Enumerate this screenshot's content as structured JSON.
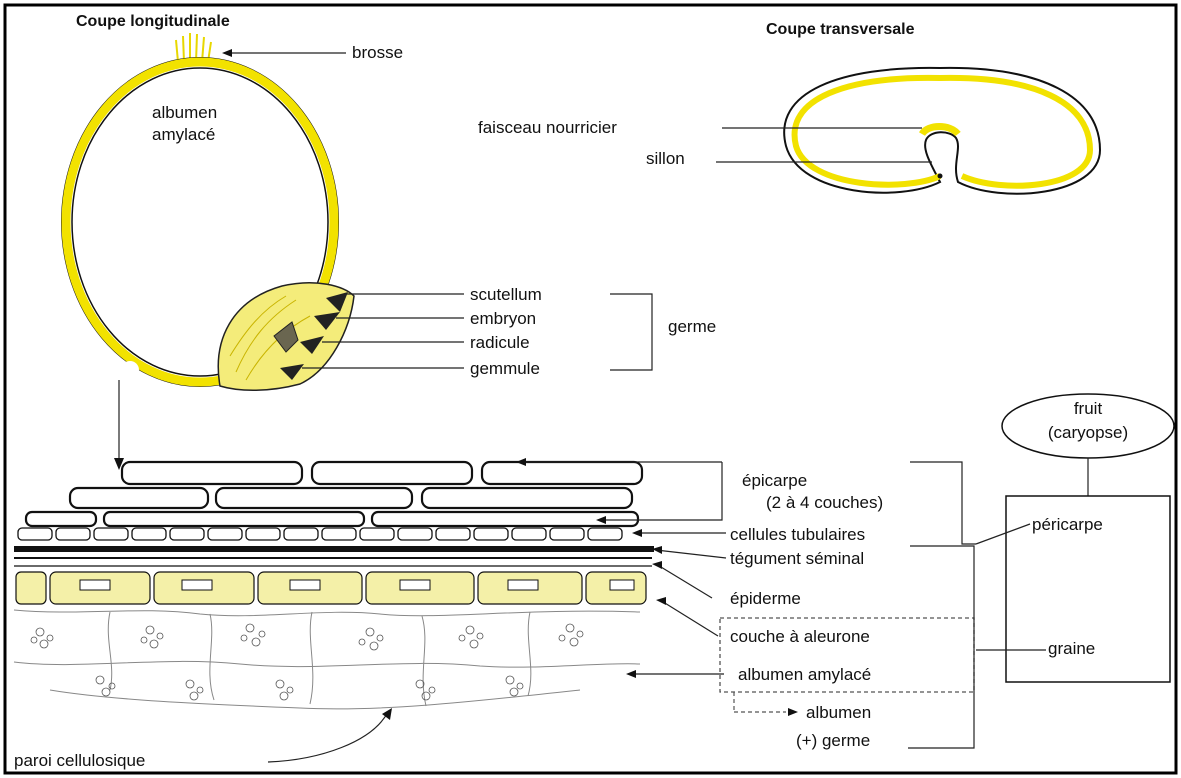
{
  "titles": {
    "longitudinal": "Coupe longitudinale",
    "transverse": "Coupe transversale"
  },
  "longitudinal_labels": {
    "brosse": "brosse",
    "albumen_line1": "albumen",
    "albumen_line2": "amylacé",
    "scutellum": "scutellum",
    "embryon": "embryon",
    "radicule": "radicule",
    "gemmule": "gemmule",
    "germe": "germe"
  },
  "transverse_labels": {
    "faisceau": "faisceau nourricier",
    "sillon": "sillon"
  },
  "tissue_labels": {
    "epicarpe_line1": "épicarpe",
    "epicarpe_line2": "(2 à 4 couches)",
    "cellules_tubulaires": "cellules tubulaires",
    "tegument": "tégument séminal",
    "epiderme": "épiderme",
    "aleurone": "couche à aleurone",
    "albumen_amylace": "albumen amylacé",
    "albumen": "albumen",
    "germe_plus": "(+) germe",
    "paroi": "paroi cellulosique"
  },
  "hierarchy": {
    "fruit_line1": "fruit",
    "fruit_line2": "(caryopse)",
    "pericarpe": "péricarpe",
    "graine": "graine"
  },
  "colors": {
    "yellow": "#f2e200",
    "pale_yellow": "#f4f0a8",
    "ink": "#111111"
  }
}
